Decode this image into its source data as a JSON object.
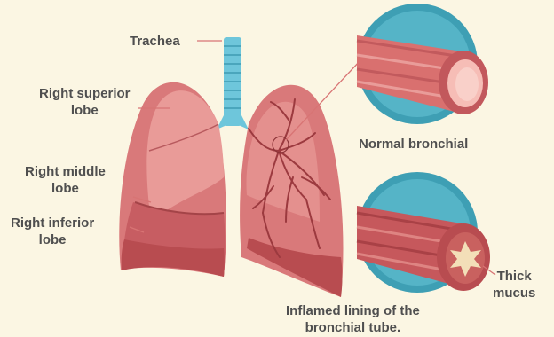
{
  "labels": {
    "trachea": "Trachea",
    "right_superior": {
      "line1": "Right superior",
      "line2": "lobe"
    },
    "right_middle": {
      "line1": "Right middle",
      "line2": "lobe"
    },
    "right_inferior": {
      "line1": "Right inferior",
      "line2": "lobe"
    },
    "normal_bronchial": "Normal bronchial",
    "thick_mucus": {
      "line1": "Thick",
      "line2": "mucus"
    },
    "inflamed": {
      "line1": "Inflamed lining of the",
      "line2": "bronchial tube."
    }
  },
  "colors": {
    "background": "#fbf6e3",
    "lung": "#d9797a",
    "lung_light": "#efb0ad",
    "lung_dark": "#b84c50",
    "trachea": "#6ec6db",
    "circle_bg": "#3e9fb4",
    "bronchus": "#d9706f",
    "mucus": "#f3dfb8",
    "label_text": "#4f4f4f"
  }
}
